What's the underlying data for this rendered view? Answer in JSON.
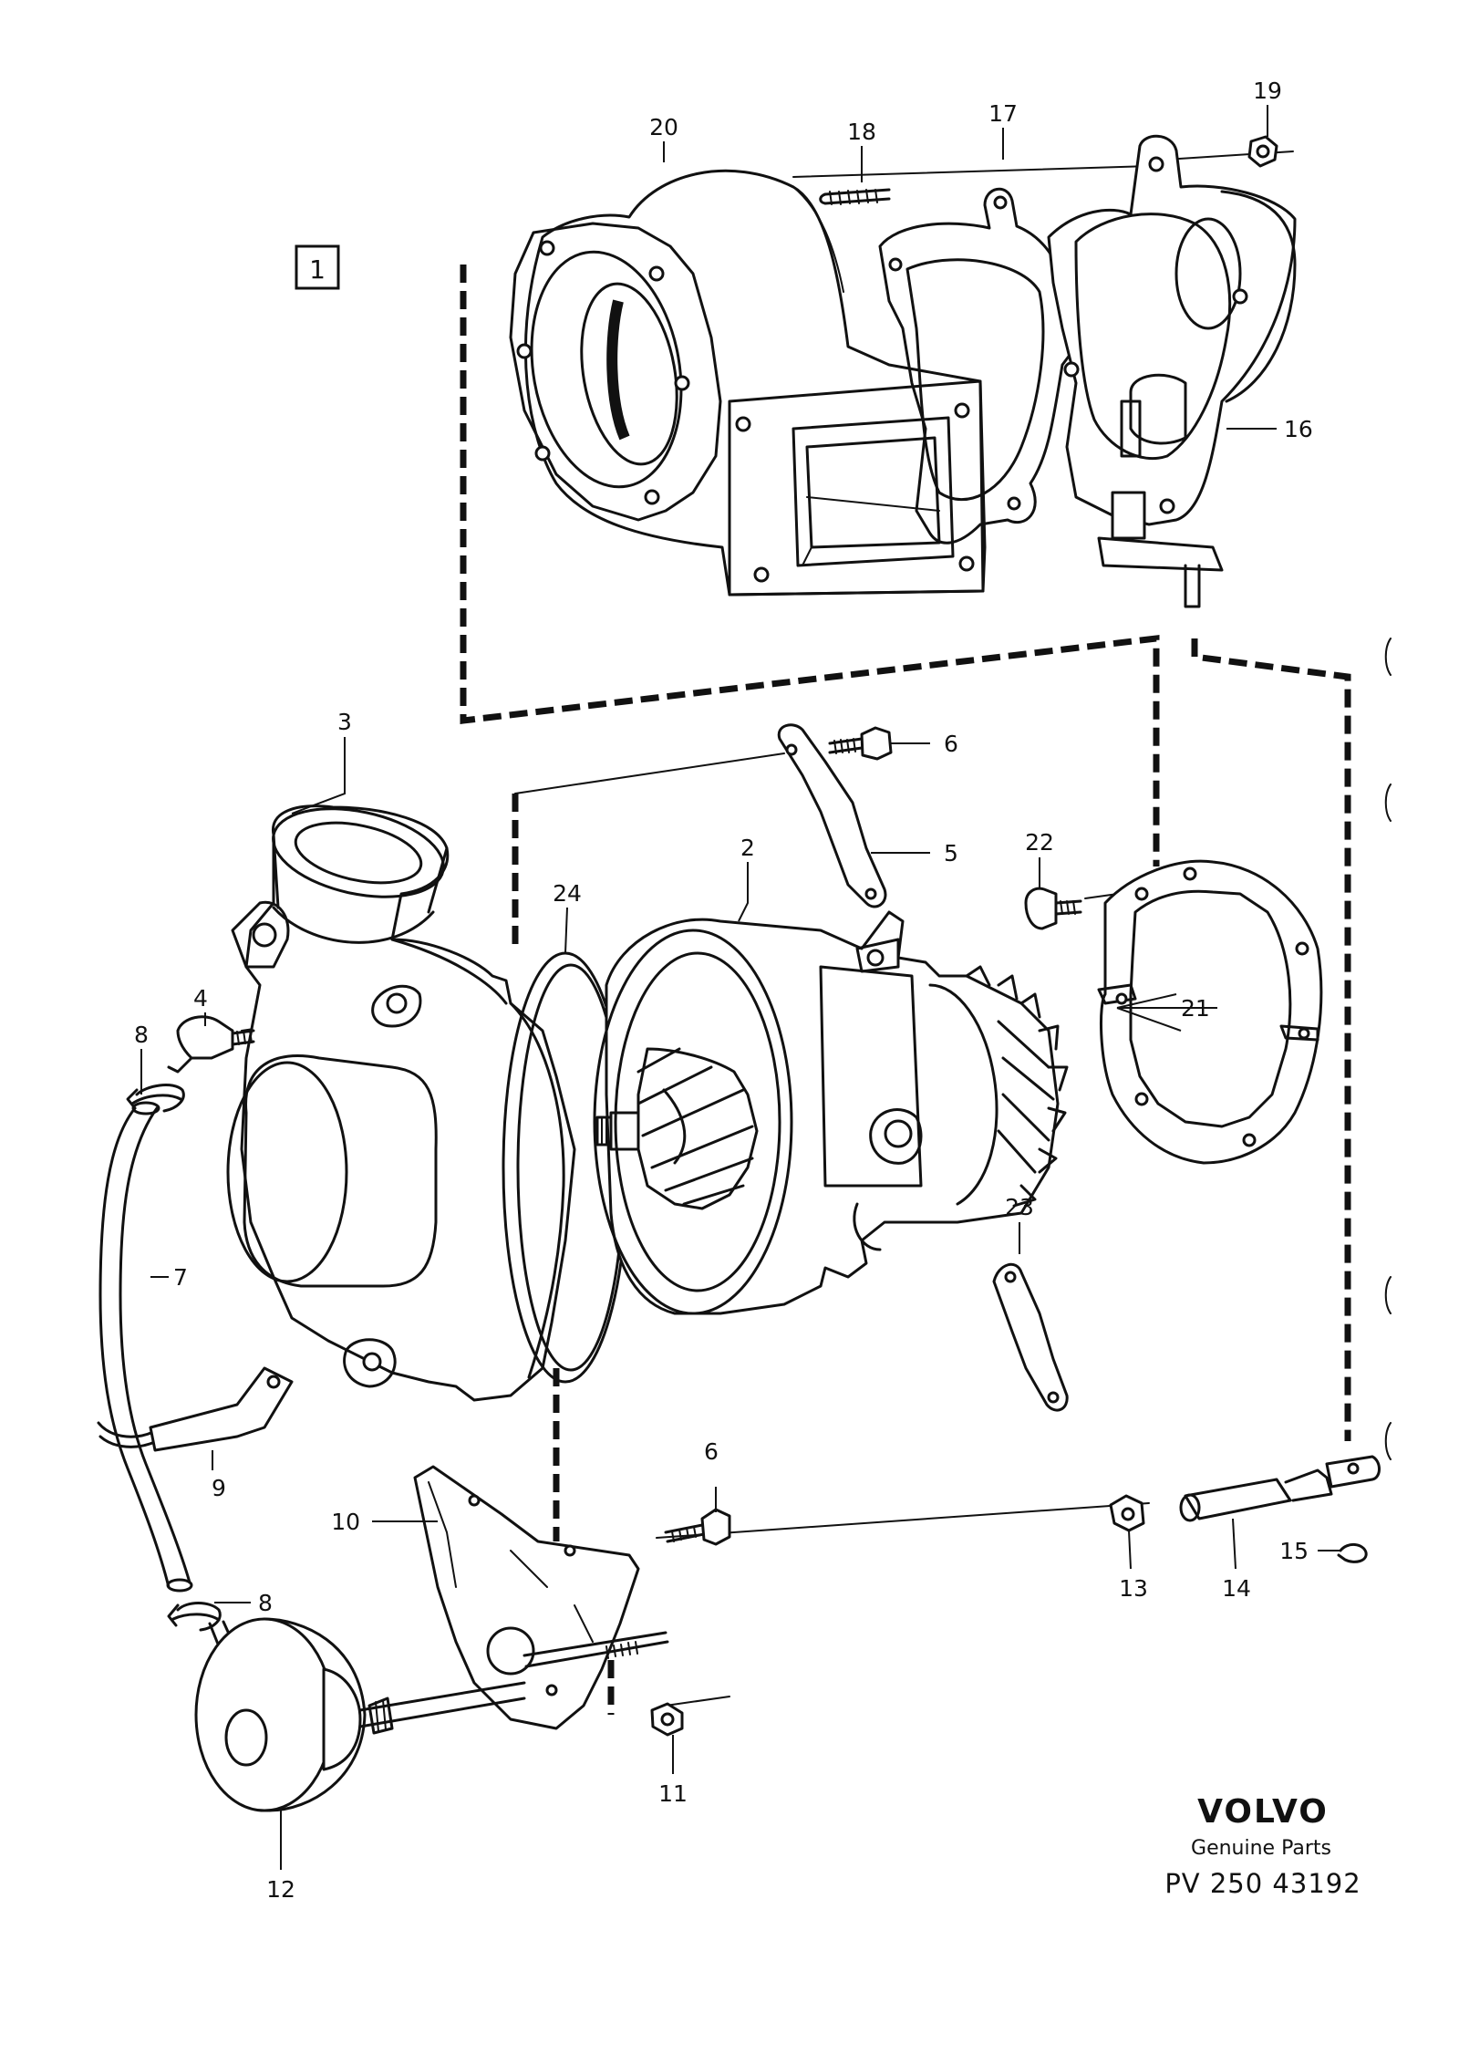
{
  "diagram": {
    "group_number": "1",
    "callouts": [
      "1",
      "2",
      "3",
      "4",
      "5",
      "6",
      "6",
      "7",
      "8",
      "8",
      "9",
      "10",
      "11",
      "12",
      "13",
      "14",
      "15",
      "16",
      "17",
      "18",
      "19",
      "20",
      "21",
      "22",
      "23",
      "24"
    ],
    "callout_labels": {
      "c2": "2",
      "c3": "3",
      "c4": "4",
      "c5": "5",
      "c6a": "6",
      "c6b": "6",
      "c7": "7",
      "c8a": "8",
      "c8b": "8",
      "c9": "9",
      "c10": "10",
      "c11": "11",
      "c12": "12",
      "c13": "13",
      "c14": "14",
      "c15": "15",
      "c16": "16",
      "c17": "17",
      "c18": "18",
      "c19": "19",
      "c20": "20",
      "c21": "21",
      "c22": "22",
      "c23": "23",
      "c24": "24"
    }
  },
  "brand": {
    "logo_text": "VOLVO",
    "tagline": "Genuine Parts",
    "part_number": "PV 250 43192"
  },
  "colors": {
    "ink": "#111111",
    "paper": "#ffffff"
  }
}
